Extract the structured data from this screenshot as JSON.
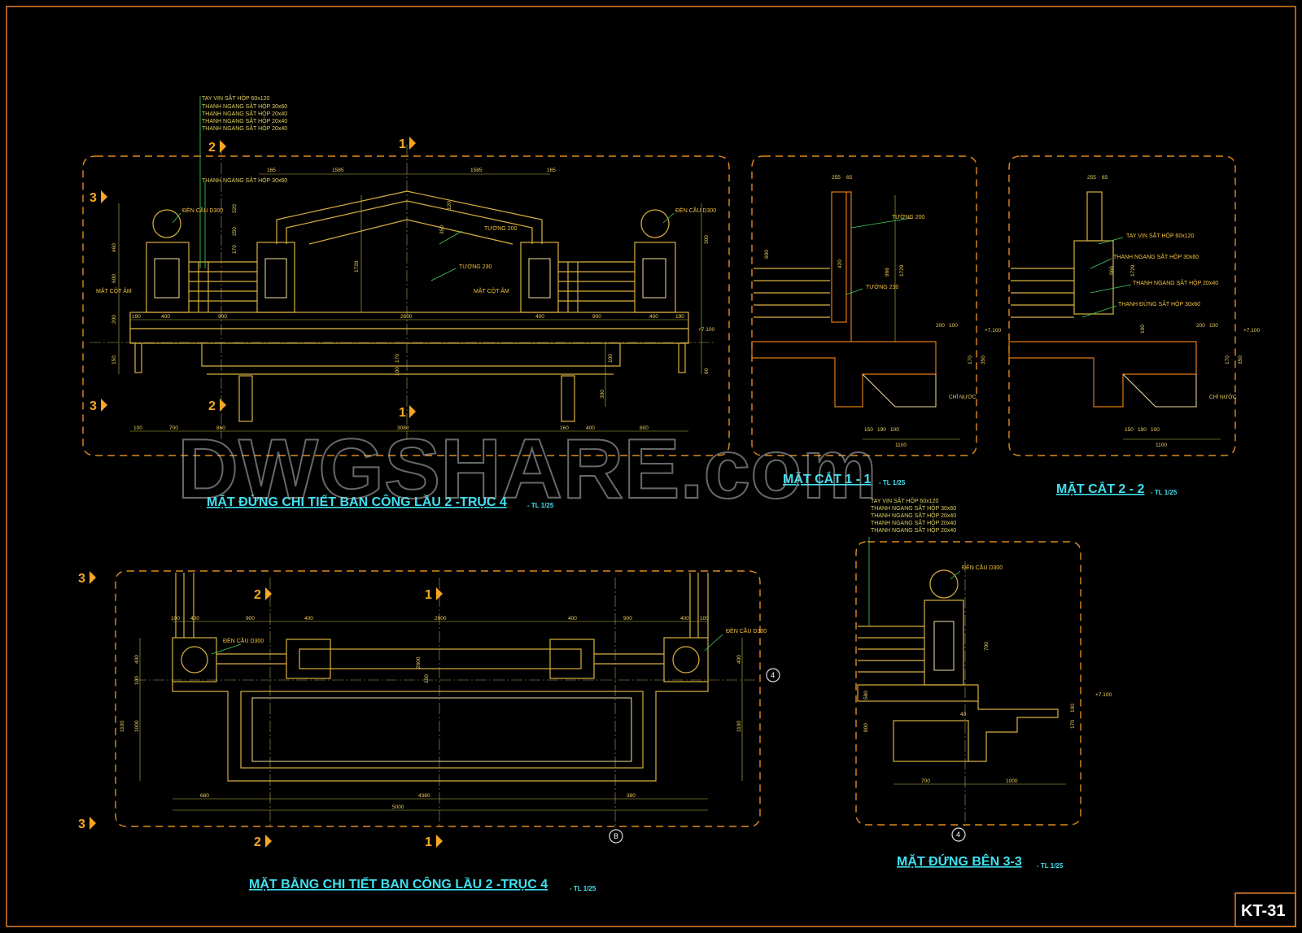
{
  "sheet_code": "KT-31",
  "watermark": "DWGSHARE.com",
  "views": {
    "front_elevation": {
      "title": "MẶT ĐỨNG  CHI TIẾT BAN CÔNG LẦU 2 -TRỤC 4",
      "scale": "- TL 1/25",
      "callouts": [
        "TAY VỊN SẮT HỘP 60x120",
        "THANH NGANG SẮT HỘP 30x60",
        "THANH NGANG SẮT HỘP 20x40",
        "THANH NGANG SẮT HỘP 20x40",
        "THANH NGANG SẮT HỘP 20x40"
      ],
      "callout_single": "THANH NGANG SẮT HỘP 30x60",
      "notes": {
        "lamp_left": "ĐÈN CẦU D300",
        "lamp_right": "ĐÈN CẦU D300",
        "wall200": "TƯỜNG 200",
        "wall230": "TƯỜNG 230",
        "col_left": "MẶT CỘT ÂM",
        "col_right": "MẶT CỘT ÂM",
        "level": "+7.100"
      },
      "dims_top": [
        "165",
        "1585",
        "1585",
        "165"
      ],
      "dims_mid": [
        "190",
        "400",
        "900",
        "2600",
        "400",
        "900",
        "400",
        "190"
      ],
      "dims_bottom": [
        "100",
        "700",
        "860",
        "3080",
        "160",
        "400",
        "800"
      ],
      "dims_vert": [
        "320",
        "250",
        "170",
        "460",
        "600",
        "1729",
        "120",
        "350",
        "200",
        "300",
        "100",
        "150",
        "170",
        "100",
        "300",
        "60"
      ],
      "axes": [
        "2",
        "1",
        "3",
        "3",
        "2",
        "1"
      ]
    },
    "section_1_1": {
      "title": "MẶT CẮT 1 - 1",
      "scale": "- TL 1/25",
      "notes": {
        "wall200": "TƯỜNG 200",
        "wall230": "TƯỜNG 230",
        "level": "+7.100",
        "drip": "CHỈ NƯỚC"
      },
      "dims": [
        "255",
        "65",
        "1100",
        "150",
        "190",
        "100",
        "200",
        "100",
        "350",
        "170",
        "966",
        "1729",
        "600",
        "420"
      ]
    },
    "section_2_2": {
      "title": "MẶT CẮT 2 - 2",
      "scale": "- TL 1/25",
      "notes": {
        "rail": "TAY VỊN SẮT HỘP 60x120",
        "bar1": "THANH NGANG SẮT HỘP 30x60",
        "bar2": "THANH NGANG SẮT HỘP 20x40",
        "bar3": "THANH ĐỨNG SẮT HỘP 30x60",
        "level": "+7.100",
        "drip": "CHỈ NƯỚC"
      },
      "dims": [
        "255",
        "65",
        "1100",
        "150",
        "190",
        "100",
        "200",
        "100",
        "350",
        "170",
        "966",
        "1729",
        "100"
      ]
    },
    "side_elevation": {
      "title": "MẶT ĐỨNG BÊN 3-3",
      "scale": "- TL 1/25",
      "callouts": [
        "TAY VỊN SẮT HỘP 60x120",
        "THANH NGANG SẮT HỘP 30x60",
        "THANH NGANG SẮT HỘP 20x40",
        "THANH NGANG SẮT HỘP 20x40",
        "THANH NGANG SẮT HỘP 20x40"
      ],
      "notes": {
        "lamp": "ĐÈN CẦU D300",
        "level": "+7.100"
      },
      "dims": [
        "700",
        "1000",
        "580",
        "700",
        "40",
        "170",
        "100",
        "800"
      ],
      "axis": "4"
    },
    "plan": {
      "title": "MẶT BẰNG  CHI TIẾT BAN CÔNG LẦU 2 -TRỤC 4",
      "scale": "- TL 1/25",
      "notes": {
        "lamp_left": "ĐÈN CẦU D300",
        "lamp_right": "ĐÈN CẦU D300"
      },
      "dims_top": [
        "100",
        "400",
        "900",
        "400",
        "2600",
        "400",
        "900",
        "400",
        "100"
      ],
      "dims_bottom": [
        "680",
        "4380",
        "380",
        "5000"
      ],
      "dims_vert": [
        "400",
        "100",
        "1100",
        "1000",
        "2600",
        "400",
        "1100",
        "100"
      ],
      "axes": [
        "3",
        "2",
        "1",
        "3",
        "2",
        "1",
        "4",
        "B"
      ]
    }
  }
}
